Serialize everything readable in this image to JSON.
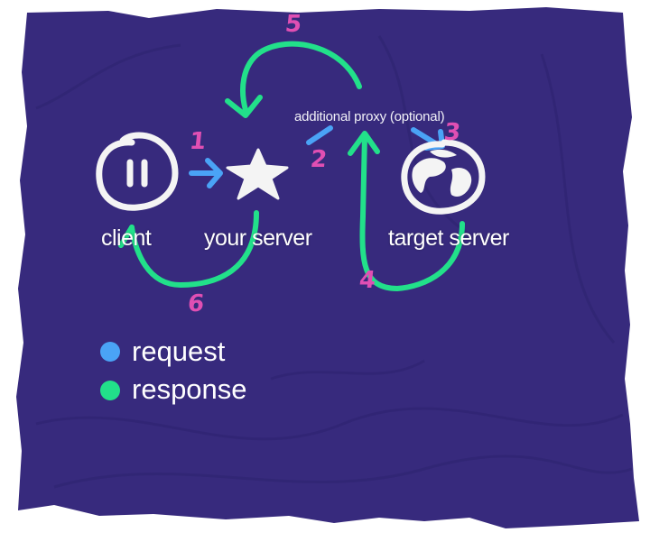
{
  "colors": {
    "background": "#372a7d",
    "request": "#4aa3f6",
    "response": "#22e08a",
    "step_number": "#e04fb3",
    "icon": "#f4f4f4"
  },
  "nodes": {
    "client": {
      "label": "client",
      "icon": "pause-circle-icon"
    },
    "server": {
      "label": "your server",
      "icon": "star-icon"
    },
    "proxy": {
      "label": "additional proxy (optional)"
    },
    "target": {
      "label": "target server",
      "icon": "globe-icon"
    }
  },
  "steps": [
    "1",
    "2",
    "3",
    "4",
    "5",
    "6"
  ],
  "legend": {
    "request": "request",
    "response": "response"
  }
}
